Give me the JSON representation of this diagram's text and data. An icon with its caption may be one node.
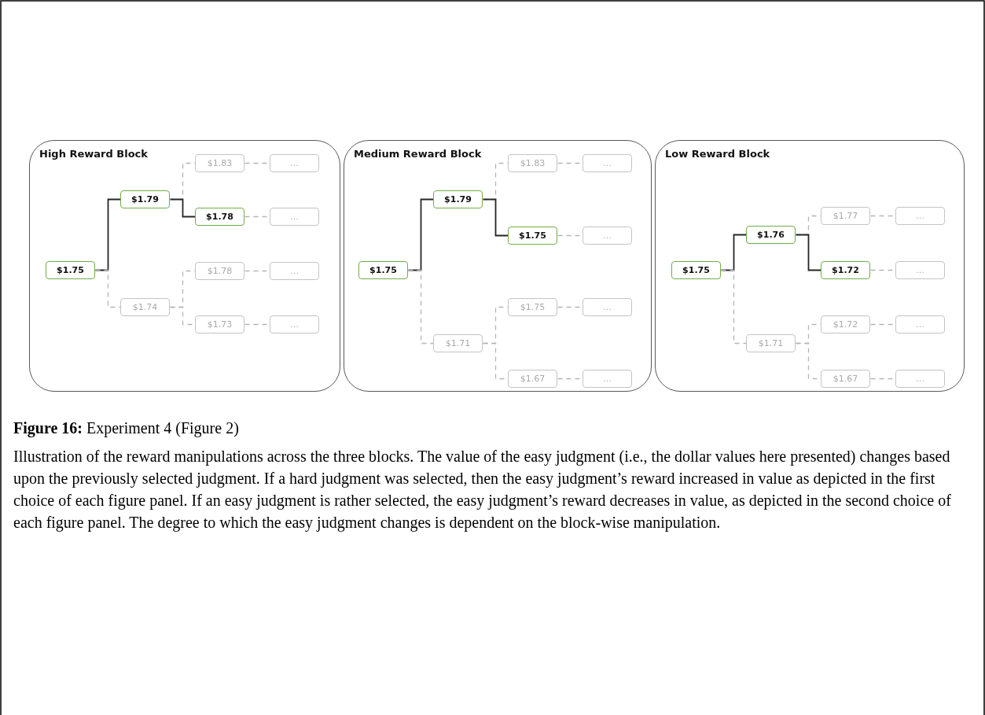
{
  "diagram": {
    "caption": "**Figure 16:** Experiment 4 (Figure 2)",
    "nodes": [
      {
        "text": [
          "High Reward Block"
        ]
      },
      {
        "text": [
          "$1.75"
        ],
        "in": 0
      },
      {
        "text": [
          "$1.79"
        ],
        "in": 0
      },
      {
        "text": [
          "$1.74"
        ],
        "in": 0
      },
      {
        "text": [
          "$1.83"
        ],
        "in": 0
      },
      {
        "text": [
          "$1.78"
        ],
        "in": 0
      },
      {
        "text": [
          "$1.78"
        ],
        "in": 0
      },
      {
        "text": [
          "$1.73"
        ],
        "in": 0
      },
      {
        "text": [
          "…"
        ],
        "in": 0
      },
      {
        "text": [
          "…"
        ],
        "in": 0
      },
      {
        "text": [
          "…"
        ],
        "in": 0
      },
      {
        "text": [
          "…"
        ],
        "in": 0
      },
      {
        "text": [
          "Medium Reward Block"
        ]
      },
      {
        "text": [
          "$1.75"
        ],
        "in": 12
      },
      {
        "text": [
          "$1.79"
        ],
        "in": 12
      },
      {
        "text": [
          "$1.71"
        ],
        "in": 12
      },
      {
        "text": [
          "$1.83"
        ],
        "in": 12
      },
      {
        "text": [
          "$1.75"
        ],
        "in": 12
      },
      {
        "text": [
          "$1.75"
        ],
        "in": 12
      },
      {
        "text": [
          "$1.67"
        ],
        "in": 12
      },
      {
        "text": [
          "…"
        ],
        "in": 12
      },
      {
        "text": [
          "…"
        ],
        "in": 12
      },
      {
        "text": [
          "…"
        ],
        "in": 12
      },
      {
        "text": [
          "…"
        ],
        "in": 12
      },
      {
        "text": [
          "Low Reward Block"
        ]
      },
      {
        "text": [
          "$1.75"
        ],
        "in": 24
      },
      {
        "text": [
          "$1.76"
        ],
        "in": 24
      },
      {
        "text": [
          "$1.71"
        ],
        "in": 24
      },
      {
        "text": [
          "$1.77"
        ],
        "in": 24
      },
      {
        "text": [
          "$1.72"
        ],
        "in": 24
      },
      {
        "text": [
          "$1.72"
        ],
        "in": 24
      },
      {
        "text": [
          "$1.67"
        ],
        "in": 24
      },
      {
        "text": [
          "…"
        ],
        "in": 24
      },
      {
        "text": [
          "…"
        ],
        "in": 24
      },
      {
        "text": [
          "…"
        ],
        "in": 24
      },
      {
        "text": [
          "…"
        ],
        "in": 24
      }
    ],
    "edges": [
      {
        "from": 1,
        "to": 2,
        "arrow": "none",
        "color": "#262626"
      },
      {
        "from": 1,
        "to": 3,
        "arrow": "none",
        "style": "dashed"
      },
      {
        "from": 2,
        "to": 4,
        "arrow": "none",
        "style": "dashed"
      },
      {
        "from": 2,
        "to": 5,
        "arrow": "none",
        "color": "#262626"
      },
      {
        "from": 3,
        "to": 6,
        "arrow": "none",
        "style": "dashed"
      },
      {
        "from": 3,
        "to": 7,
        "arrow": "none",
        "style": "dashed"
      },
      {
        "from": 4,
        "to": 8,
        "arrow": "none",
        "style": "dashed"
      },
      {
        "from": 5,
        "to": 9,
        "arrow": "none",
        "style": "dashed"
      },
      {
        "from": 6,
        "to": 10,
        "arrow": "none",
        "style": "dashed"
      },
      {
        "from": 7,
        "to": 11,
        "arrow": "none",
        "style": "dashed"
      },
      {
        "from": 13,
        "to": 14,
        "arrow": "none",
        "color": "#262626"
      },
      {
        "from": 13,
        "to": 15,
        "arrow": "none",
        "style": "dashed"
      },
      {
        "from": 14,
        "to": 16,
        "arrow": "none",
        "style": "dashed"
      },
      {
        "from": 14,
        "to": 17,
        "arrow": "none",
        "color": "#262626"
      },
      {
        "from": 15,
        "to": 18,
        "arrow": "none",
        "style": "dashed"
      },
      {
        "from": 15,
        "to": 19,
        "arrow": "none",
        "style": "dashed"
      },
      {
        "from": 16,
        "to": 20,
        "arrow": "none",
        "style": "dashed"
      },
      {
        "from": 17,
        "to": 21,
        "arrow": "none",
        "style": "dashed"
      },
      {
        "from": 18,
        "to": 22,
        "arrow": "none",
        "style": "dashed"
      },
      {
        "from": 19,
        "to": 23,
        "arrow": "none",
        "style": "dashed"
      },
      {
        "from": 25,
        "to": 26,
        "arrow": "none",
        "color": "#262626"
      },
      {
        "from": 25,
        "to": 27,
        "arrow": "none",
        "style": "dashed"
      },
      {
        "from": 26,
        "to": 28,
        "arrow": "none",
        "style": "dashed"
      },
      {
        "from": 26,
        "to": 29,
        "arrow": "none",
        "color": "#262626"
      },
      {
        "from": 27,
        "to": 30,
        "arrow": "none",
        "style": "dashed"
      },
      {
        "from": 27,
        "to": 31,
        "arrow": "none",
        "style": "dashed"
      },
      {
        "from": 28,
        "to": 32,
        "arrow": "none",
        "style": "dashed"
      },
      {
        "from": 29,
        "to": 33,
        "arrow": "none",
        "style": "dashed"
      },
      {
        "from": 30,
        "to": 34,
        "arrow": "none",
        "style": "dashed"
      },
      {
        "from": 31,
        "to": 35,
        "arrow": "none",
        "style": "dashed"
      }
    ],
    "labels": [
      "Illustration of the reward manipulations across the three blocks. The value of the easy judgment (i.e., the dollar values here presented) changes based upon the previously selected judgment. If a hard judgment was selected, then the easy judgment’s reward increased in value as depicted in the first choice of each figure panel. If an easy judgment is rather selected, the easy judgment’s reward decreases in value, as depicted in the second choice of each figure panel. The degree to which the easy judgment changes is dependent on the block-wise manipulation."
    ]
  }
}
